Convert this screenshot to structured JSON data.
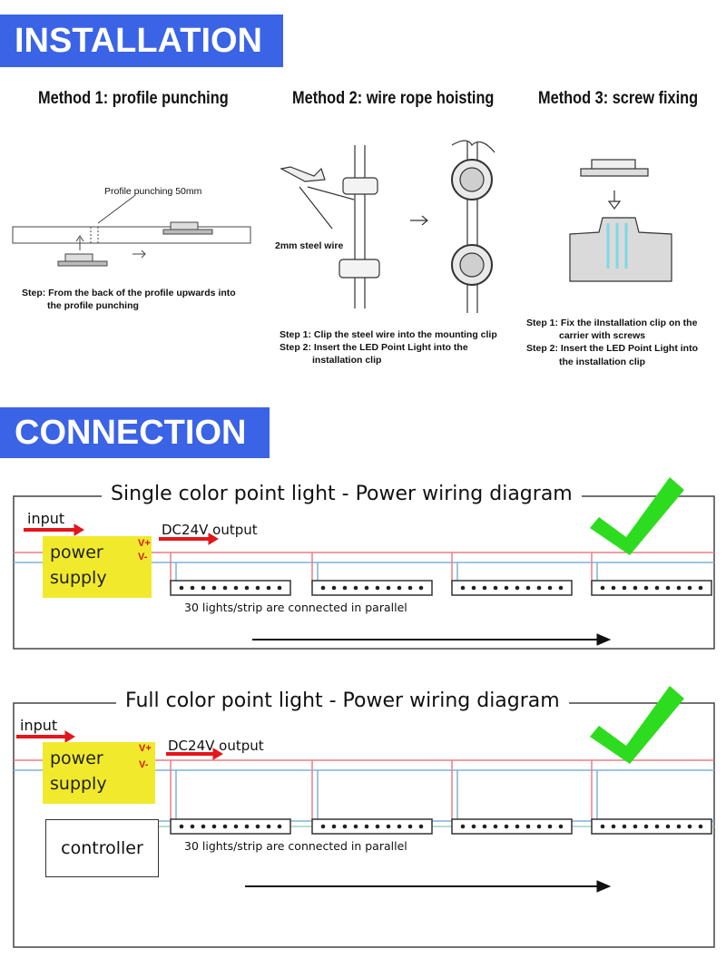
{
  "installation": {
    "banner": "INSTALLATION",
    "method1": {
      "title": "Method 1: profile punching",
      "annotation": "Profile punching 50mm",
      "step_line1": "Step: From the back of the profile upwards into",
      "step_line2": "the profile punching"
    },
    "method2": {
      "title": "Method 2: wire rope hoisting",
      "annotation": "2mm steel wire",
      "step1": "Step 1: Clip the steel wire into the mounting clip",
      "step2_line1": "Step 2: Insert the LED Point Light into the",
      "step2_line2": "installation clip"
    },
    "method3": {
      "title": "Method 3: screw fixing",
      "step1_line1": "Step 1: Fix the iInstallation clip on the",
      "step1_line2": "carrier with screws",
      "step2_line1": "Step 2: Insert the LED Point Light into",
      "step2_line2": "the installation clip"
    }
  },
  "connection": {
    "banner": "CONNECTION",
    "single": {
      "title": "Single color point light - Power wiring diagram",
      "input": "input",
      "psu_line1": "power",
      "psu_line2": "supply",
      "vplus": "V+",
      "vminus": "V-",
      "output": "DC24V output",
      "note": "30 lights/strip are connected in parallel"
    },
    "full": {
      "title": "Full color point light - Power wiring diagram",
      "input": "input",
      "psu_line1": "power",
      "psu_line2": "supply",
      "vplus": "V+",
      "vminus": "V-",
      "output": "DC24V output",
      "controller": "controller",
      "note": "30 lights/strip are connected in parallel"
    }
  },
  "colors": {
    "banner": "#3a63e6",
    "psu": "#f1ea2c",
    "arrow_red": "#e3161b",
    "check_green": "#2ddc1e",
    "wire_red": "#e87f86",
    "wire_blue": "#7fb3d6"
  }
}
